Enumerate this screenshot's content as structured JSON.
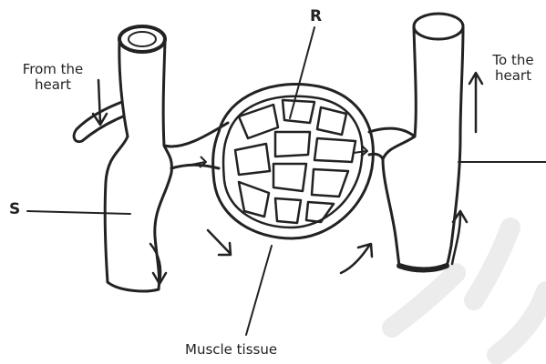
{
  "labels": {
    "from_heart_line1": "From the",
    "from_heart_line2": "heart",
    "to_heart_line1": "To the",
    "to_heart_line2": "heart",
    "r": "R",
    "s": "S",
    "muscle": "Muscle tissue"
  },
  "colors": {
    "ink": "#222222",
    "watermark": "#e6e6e6"
  }
}
